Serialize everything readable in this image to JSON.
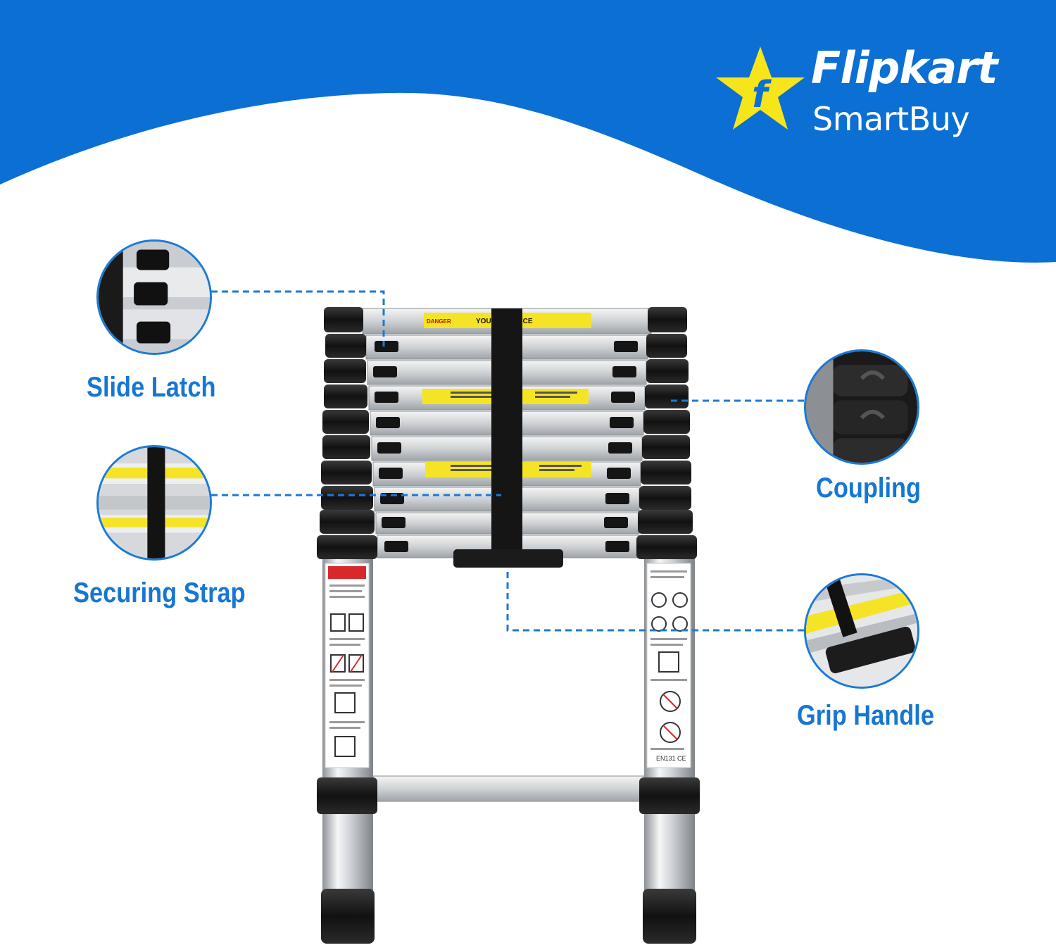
{
  "brand": {
    "name": "Flipkart",
    "sub": "SmartBuy",
    "logo_icon": "star-f-icon",
    "colors": {
      "banner": "#0b6fd3",
      "star": "#f7e51b",
      "text": "#ffffff"
    }
  },
  "features": [
    {
      "label": "Slide Latch"
    },
    {
      "label": "Securing Strap"
    },
    {
      "label": "Coupling"
    },
    {
      "label": "Grip Handle"
    }
  ],
  "product": {
    "label_text": "YOUR BALANCE",
    "danger_text": "DANGER",
    "cert_text": "EN131 CE"
  },
  "colors": {
    "label_text": "#1677d2",
    "connector": "#1a7ad6"
  }
}
